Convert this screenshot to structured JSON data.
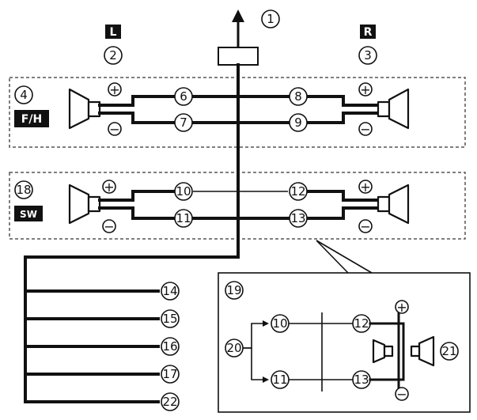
{
  "labels": {
    "n1": "1",
    "n2": "2",
    "n3": "3",
    "n4": "4",
    "n6": "6",
    "n7": "7",
    "n8": "8",
    "n9": "9",
    "n10": "10",
    "n11": "11",
    "n12": "12",
    "n13": "13",
    "n14": "14",
    "n15": "15",
    "n16": "16",
    "n17": "17",
    "n18": "18",
    "n19": "19",
    "n20": "20",
    "n21": "21",
    "n22": "22",
    "inset10": "10",
    "inset11": "11",
    "inset12": "12",
    "inset13": "13"
  },
  "badges": {
    "left": "L",
    "right": "R",
    "fh": "F/H",
    "sw": "SW"
  },
  "symbols": {
    "plus": "+",
    "minus": "−"
  }
}
